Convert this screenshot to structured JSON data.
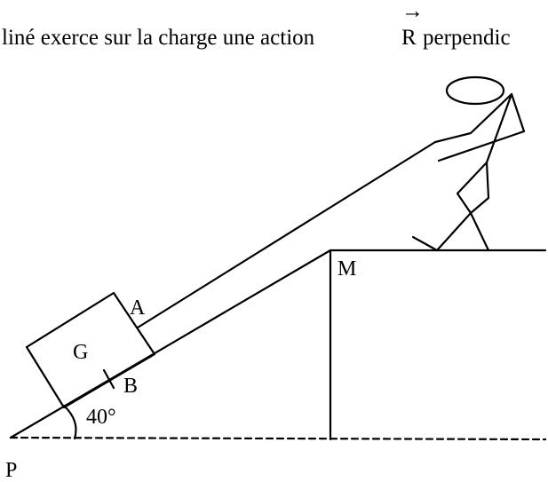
{
  "caption": {
    "text_before": "liné exerce sur la charge une action ",
    "vector_symbol": "R",
    "arrow": "→",
    "text_after": " perpendic"
  },
  "labels": {
    "block": "G",
    "point_a": "A",
    "point_b": "B",
    "point_m": "M",
    "point_p": "P",
    "angle": "40°"
  },
  "colors": {
    "ink": "#000000",
    "background": "#ffffff"
  }
}
